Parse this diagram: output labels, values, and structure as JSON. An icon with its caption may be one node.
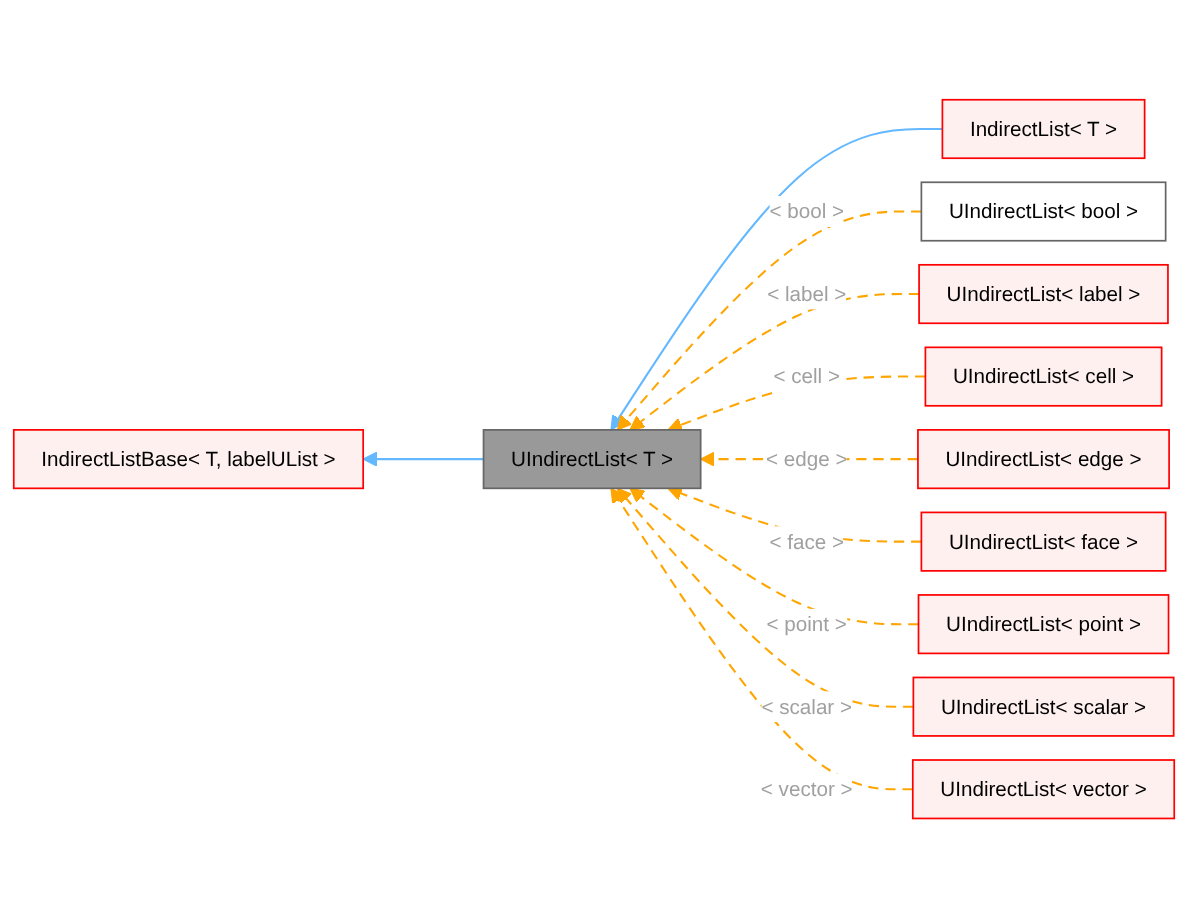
{
  "diagram": {
    "nodes": [
      {
        "text": [
          "IndirectListBase< T, labelUList >"
        ]
      },
      {
        "text": [
          "UIndirectList< T >"
        ]
      },
      {
        "text": [
          "IndirectList< T >"
        ]
      },
      {
        "text": [
          "UIndirectList< bool >"
        ]
      },
      {
        "text": [
          "UIndirectList< label >"
        ]
      },
      {
        "text": [
          "UIndirectList< cell >"
        ]
      },
      {
        "text": [
          "UIndirectList< edge >"
        ]
      },
      {
        "text": [
          "UIndirectList< face >"
        ]
      },
      {
        "text": [
          "UIndirectList< point >"
        ]
      },
      {
        "text": [
          "UIndirectList< scalar >"
        ]
      },
      {
        "text": [
          "UIndirectList< vector >"
        ]
      }
    ],
    "edges": [
      {
        "from": 1,
        "to": 0,
        "arrow": "to",
        "color": "#63b8ff"
      },
      {
        "from": 2,
        "to": 1,
        "arrow": "to",
        "color": "#63b8ff"
      },
      {
        "from": 3,
        "to": 1,
        "arrow": "to",
        "label": "< bool >",
        "style": "dashed",
        "color": "#ffa500"
      },
      {
        "from": 4,
        "to": 1,
        "arrow": "to",
        "label": "< label >",
        "style": "dashed",
        "color": "#ffa500"
      },
      {
        "from": 5,
        "to": 1,
        "arrow": "to",
        "label": "< cell >",
        "style": "dashed",
        "color": "#ffa500"
      },
      {
        "from": 6,
        "to": 1,
        "arrow": "to",
        "label": "< edge >",
        "style": "dashed",
        "color": "#ffa500"
      },
      {
        "from": 7,
        "to": 1,
        "arrow": "to",
        "label": "< face >",
        "style": "dashed",
        "color": "#ffa500"
      },
      {
        "from": 8,
        "to": 1,
        "arrow": "to",
        "label": "< point >",
        "style": "dashed",
        "color": "#ffa500"
      },
      {
        "from": 9,
        "to": 1,
        "arrow": "to",
        "label": "< scalar >",
        "style": "dashed",
        "color": "#ffa500"
      },
      {
        "from": 10,
        "to": 1,
        "arrow": "to",
        "label": "< vector >",
        "style": "dashed",
        "color": "#ffa500"
      }
    ]
  }
}
